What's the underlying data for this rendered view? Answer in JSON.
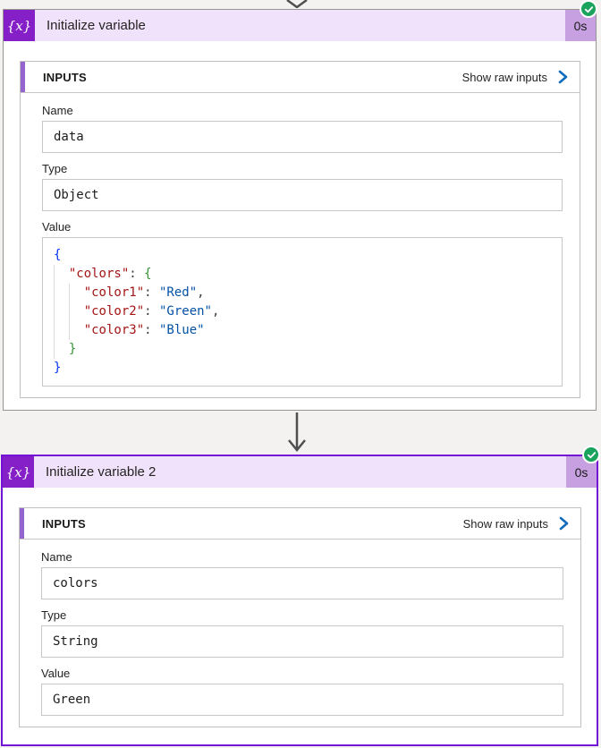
{
  "colors": {
    "page_background": "#f3f2f1",
    "action_icon_purple": "#8520c8",
    "header_lavender": "#f0e2fa",
    "duration_lavender": "#c7a0e2",
    "selected_border_purple": "#7313d6",
    "inputs_stripe_purple": "#9565cf",
    "success_green": "#1aa35c",
    "link_chevron_blue": "#0f6cbd",
    "arrow_gray": "#4f4f4f",
    "json_key": "#a31515",
    "json_string": "#0451a5",
    "json_brace_level1": "#0431fa",
    "json_brace_level2": "#319331"
  },
  "card1": {
    "icon_glyph": "{x}",
    "title": "Initialize variable",
    "duration": "0s",
    "status": "succeeded",
    "inputs_header": "INPUTS",
    "show_raw_label": "Show raw inputs",
    "fields": {
      "name_label": "Name",
      "name_value": "data",
      "type_label": "Type",
      "type_value": "Object",
      "value_label": "Value"
    },
    "value_code": {
      "l1_open": "{",
      "l2_key": "\"colors\"",
      "l2_sep": ": ",
      "l2_open": "{",
      "l3_key": "\"color1\"",
      "l3_sep": ": ",
      "l3_str": "\"Red\"",
      "l3_comma": ",",
      "l4_key": "\"color2\"",
      "l4_sep": ": ",
      "l4_str": "\"Green\"",
      "l4_comma": ",",
      "l5_key": "\"color3\"",
      "l5_sep": ": ",
      "l5_str": "\"Blue\"",
      "l6_close": "}",
      "l7_close": "}"
    }
  },
  "card2": {
    "icon_glyph": "{x}",
    "title": "Initialize variable 2",
    "duration": "0s",
    "status": "succeeded",
    "inputs_header": "INPUTS",
    "show_raw_label": "Show raw inputs",
    "fields": {
      "name_label": "Name",
      "name_value": "colors",
      "type_label": "Type",
      "type_value": "String",
      "value_label": "Value",
      "value_value": "Green"
    }
  }
}
